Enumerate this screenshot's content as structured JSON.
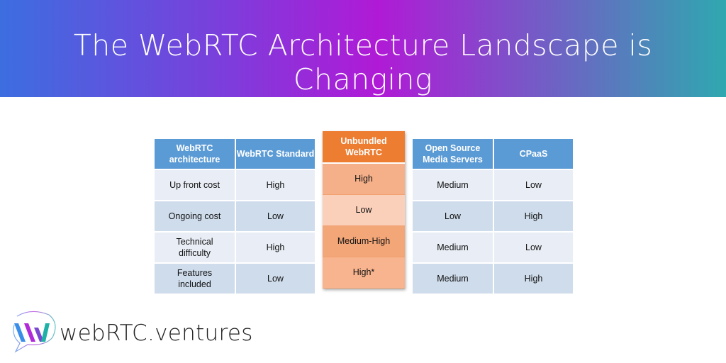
{
  "title": "The WebRTC Architecture Landscape is Changing",
  "brand": "webRTC.ventures",
  "table_left": {
    "headers": [
      "WebRTC architecture",
      "WebRTC Standard"
    ],
    "rows": [
      [
        "Up front cost",
        "High"
      ],
      [
        "Ongoing cost",
        "Low"
      ],
      [
        "Technical difficulty",
        "High"
      ],
      [
        "Features included",
        "Low"
      ]
    ]
  },
  "table_unbundled": {
    "header": "Unbundled WebRTC",
    "values": [
      "High",
      "Low",
      "Medium-High",
      "High*"
    ],
    "colors": [
      "#f5b08a",
      "#fbd0ba",
      "#f3a678",
      "#f8b48e"
    ]
  },
  "table_right": {
    "headers": [
      "Open Source Media Servers",
      "CPaaS"
    ],
    "rows": [
      [
        "Medium",
        "Low"
      ],
      [
        "Low",
        "High"
      ],
      [
        "Medium",
        "Low"
      ],
      [
        "Medium",
        "High"
      ]
    ]
  }
}
